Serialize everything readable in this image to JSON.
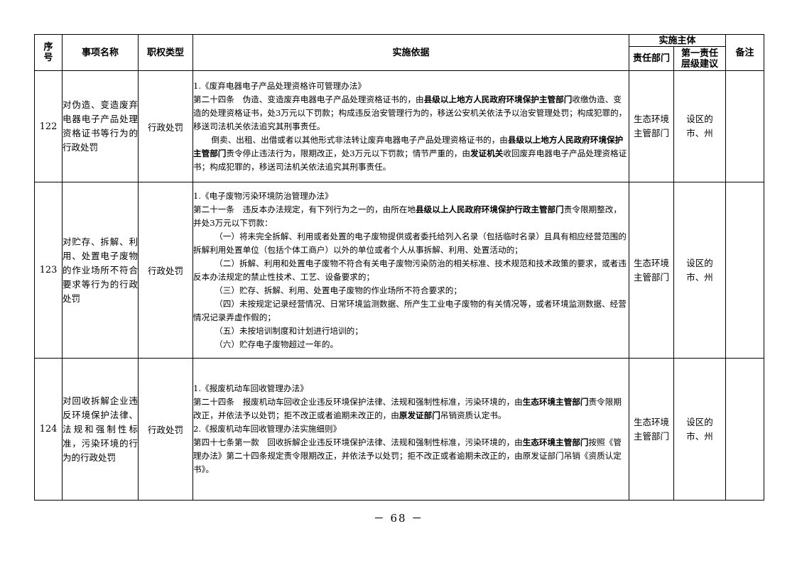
{
  "header": {
    "no": "序号",
    "name": "事项名称",
    "type": "职权类型",
    "basis": "实施依据",
    "subject": "实施主体",
    "dept": "责任部门",
    "level": "第一责任层级建议",
    "note": "备注"
  },
  "rows": [
    {
      "no": "122",
      "name": "对伪造、变造废弃电器电子产品处理资格证书等行为的行政处罚",
      "type": "行政处罚",
      "basis": {
        "l1": "1.《废弃电器电子产品处理资格许可管理办法》",
        "p1a": "第二十四条　伪造、变造废弃电器电子产品处理资格证书的，由",
        "p1b": "县级以上地方人民政府环境保护主管部门",
        "p1c": "收缴伪造、变造的处理资格证书，处3万元以下罚款；构成违反治安管理行为的，移送公安机关依法予以治安管理处罚；构成犯罪的，移送司法机关依法追究其刑事责任。",
        "p2a": "倒卖、出租、出借或者以其他形式非法转让废弃电器电子产品处理资格证书的，由",
        "p2b": "县级以上地方人民政府环境保护主管部门",
        "p2c": "责令停止违法行为，限期改正，处3万元以下罚款；情节严重的，由",
        "p2d": "发证机关",
        "p2e": "收回废弃电器电子产品处理资格证书；构成犯罪的，移送司法机关依法追究其刑事责任。"
      },
      "dept": "生态环境主管部门",
      "level": "设区的市、州"
    },
    {
      "no": "123",
      "name": "对贮存、拆解、利用、处置电子废物的作业场所不符合要求等行为的行政处罚",
      "type": "行政处罚",
      "basis": {
        "l1": "1.《电子废物污染环境防治管理办法》",
        "p1a": "第二十一条　违反本办法规定，有下列行为之一的，由所在地",
        "p1b": "县级以上人民政府环境保护行政主管部门",
        "p1c": "责令限期整改，并处3万元以下罚款：",
        "i1": "（一）将未完全拆解、利用或者处置的电子废物提供或者委托给列入名录（包括临时名录）且具有相应经营范围的拆解利用处置单位（包括个体工商户）以外的单位或者个人从事拆解、利用、处置活动的；",
        "i2": "（二）拆解、利用和处置电子废物不符合有关电子废物污染防治的相关标准、技术规范和技术政策的要求，或者违反本办法规定的禁止性技术、工艺、设备要求的；",
        "i3": "（三）贮存、拆解、利用、处置电子废物的作业场所不符合要求的；",
        "i4": "（四）未按规定记录经营情况、日常环境监测数据、所产生工业电子废物的有关情况等，或者环境监测数据、经营情况记录弄虚作假的；",
        "i5": "（五）未按培训制度和计划进行培训的；",
        "i6": "（六）贮存电子废物超过一年的。"
      },
      "dept": "生态环境主管部门",
      "level": "设区的市、州"
    },
    {
      "no": "124",
      "name": "对回收拆解企业违反环境保护法律、法规和强制性标准，污染环境的行为的行政处罚",
      "type": "行政处罚",
      "basis": {
        "l1": "1.《报废机动车回收管理办法》",
        "p1a": "第二十四条　报废机动车回收企业违反环境保护法律、法规和强制性标准，污染环境的，由",
        "p1b": "生态环境主管部门",
        "p1c": "责令限期改正，并依法予以处罚；拒不改正或者逾期未改正的，由",
        "p1d": "原发证部门",
        "p1e": "吊销资质认定书。",
        "l2": "2.《报废机动车回收管理办法实施细则》",
        "p2a": "第四十七条第一款　回收拆解企业违反环境保护法律、法规和强制性标准，污染环境的，由",
        "p2b": "生态环境主管部门",
        "p2c": "按照《管理办法》第二十四条规定责令限期改正，并依法予以处罚；拒不改正或者逾期未改正的，由原发证部门吊销《资质认定书》。"
      },
      "dept": "生态环境主管部门",
      "level": "设区的市、州"
    }
  ],
  "page_number": "－ 68 －"
}
